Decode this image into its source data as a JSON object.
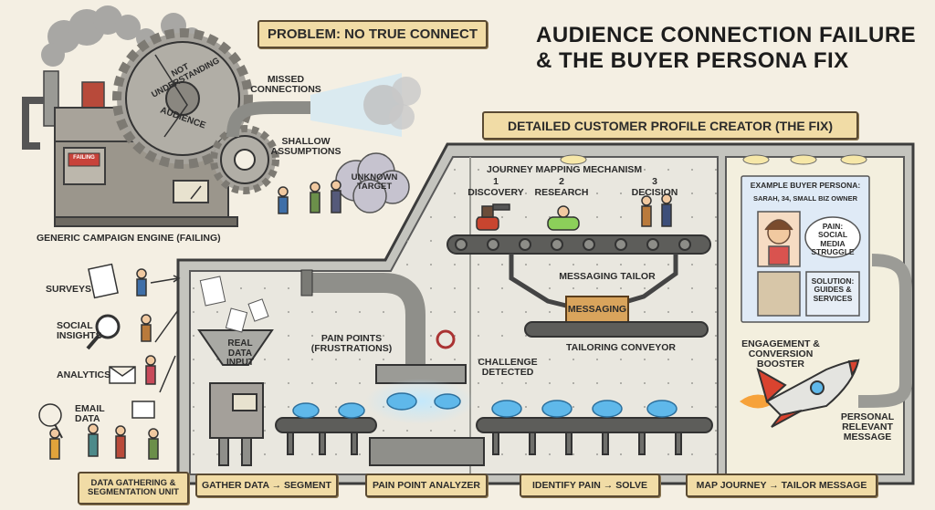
{
  "title": {
    "line1": "AUDIENCE CONNECTION FAILURE",
    "line2": "& THE BUYER PERSONA FIX"
  },
  "problem": {
    "banner": "PROBLEM: NO TRUE CONNECT",
    "gear_text_1": "NOT UNDERSTANDING",
    "gear_text_2": "AUDIENCE",
    "missed": "MISSED CONNECTIONS",
    "shallow": "SHALLOW ASSUMPTIONS",
    "unknown": "UNKNOWN TARGET",
    "engine": "GENERIC CAMPAIGN ENGINE (FAILING)",
    "plate": "FAILING"
  },
  "fix": {
    "banner": "DETAILED CUSTOMER PROFILE CREATOR (THE FIX)",
    "journey_title": "JOURNEY MAPPING MECHANISM",
    "stages": [
      {
        "num": "1",
        "label": "DISCOVERY"
      },
      {
        "num": "2",
        "label": "RESEARCH"
      },
      {
        "num": "3",
        "label": "DECISION"
      }
    ],
    "messaging_tailor": "MESSAGING TAILOR",
    "messaging_box": "MESSAGING",
    "tailoring_conveyor": "TAILORING CONVEYOR",
    "pain_points": "PAIN POINTS (FRUSTRATIONS)",
    "challenge": "CHALLENGE DETECTED",
    "real_data": "REAL DATA INPUT",
    "engagement": "ENGAGEMENT & CONVERSION BOOSTER",
    "personal": "PERSONAL RELEVANT MESSAGE"
  },
  "persona": {
    "header": "EXAMPLE BUYER PERSONA:",
    "name": "SARAH, 34, SMALL BIZ OWNER",
    "pain": "PAIN: SOCIAL MEDIA STRUGGLE",
    "solution": "SOLUTION: GUIDES & SERVICES"
  },
  "sources": [
    "SURVEYS",
    "SOCIAL INSIGHTS",
    "ANALYTICS",
    "EMAIL DATA"
  ],
  "bottom": [
    "DATA GATHERING & SEGMENTATION UNIT",
    "GATHER DATA → SEGMENT",
    "PAIN POINT ANALYZER",
    "IDENTIFY PAIN → SOLVE",
    "MAP JOURNEY → TAILOR MESSAGE"
  ],
  "colors": {
    "banner": "#f1dca6",
    "metal": "#a9a9a4",
    "water": "#5fb8ea",
    "rocket": "#d9432f"
  }
}
